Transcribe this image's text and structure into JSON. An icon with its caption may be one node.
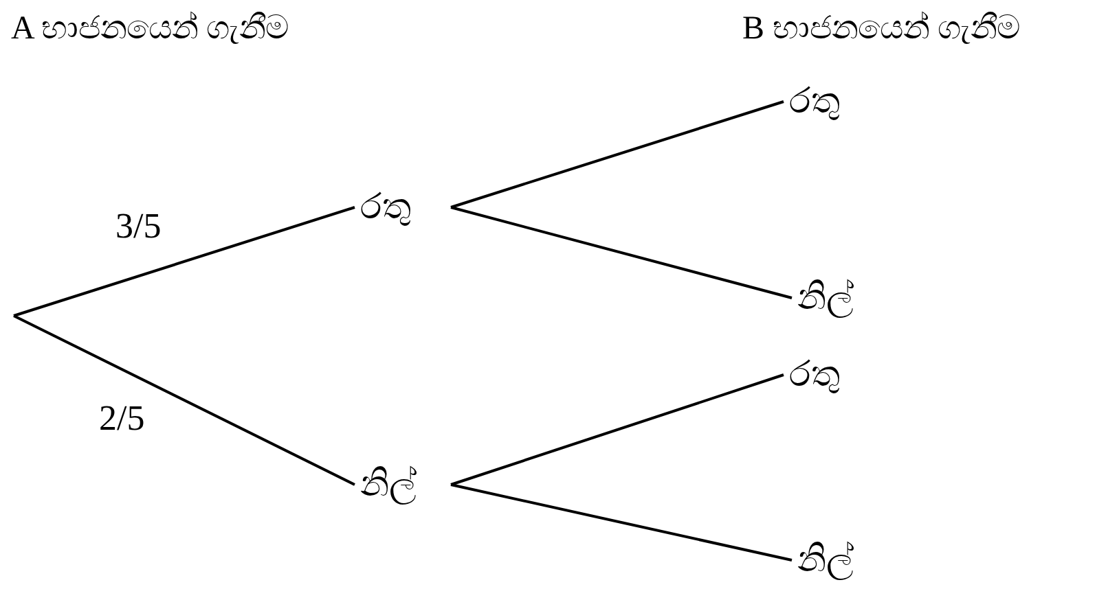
{
  "diagram": {
    "nodes": [
      {
        "text": [
          "රතු"
        ]
      },
      {
        "text": [
          "නිල්"
        ]
      },
      {
        "text": [
          "රතු"
        ]
      },
      {
        "text": [
          "නිල්"
        ]
      },
      {
        "text": [
          "රතු"
        ]
      },
      {
        "text": [
          "නිල්"
        ]
      }
    ],
    "edges": [
      {
        "from": null,
        "to": 0,
        "arrow": "none",
        "label": "3/5"
      },
      {
        "from": null,
        "to": 1,
        "arrow": "none",
        "label": "2/5"
      },
      {
        "from": 0,
        "to": 2,
        "arrow": "none"
      },
      {
        "from": 0,
        "to": 3,
        "arrow": "none"
      },
      {
        "from": 1,
        "to": 4,
        "arrow": "none"
      },
      {
        "from": 1,
        "to": 5,
        "arrow": "none"
      }
    ],
    "labels": [
      "A භාජනයෙන් ගැනීම",
      "B භාජනයෙන් ගැනීම"
    ]
  }
}
